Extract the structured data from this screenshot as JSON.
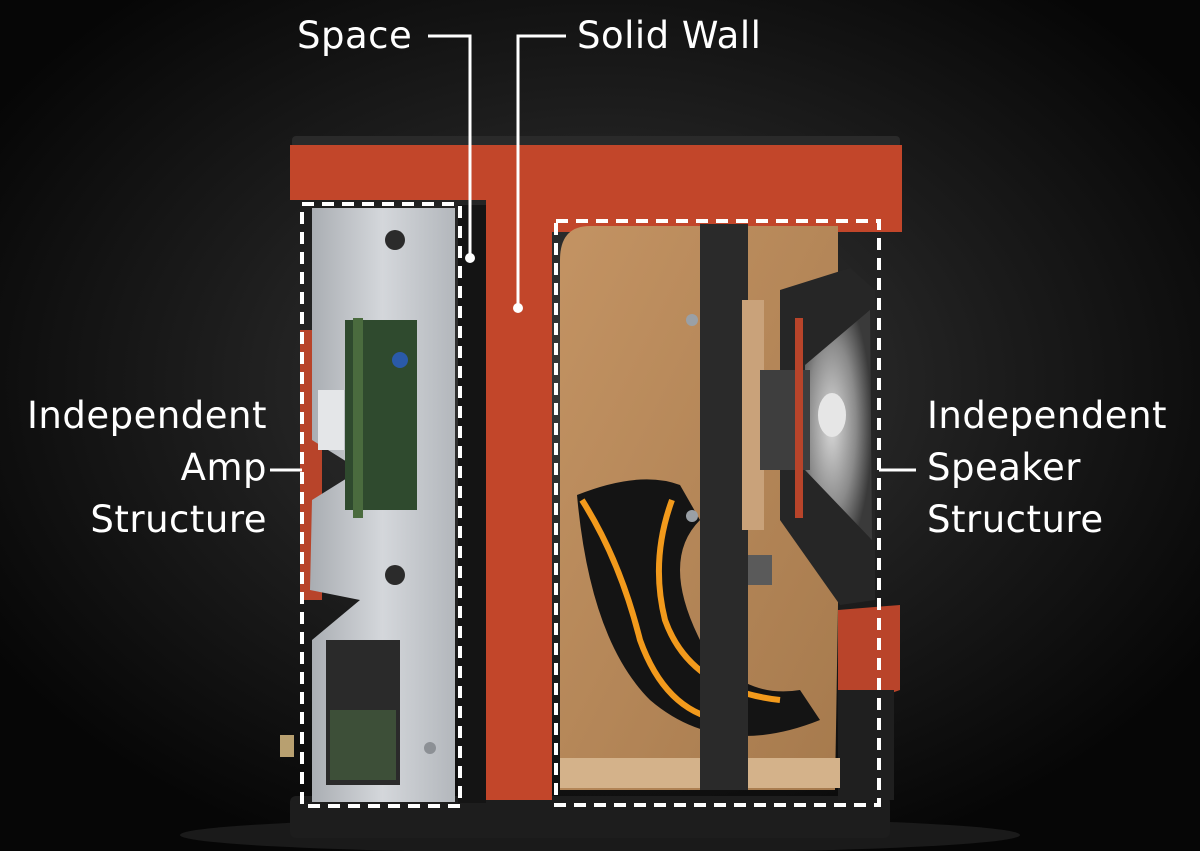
{
  "labels": {
    "space": "Space",
    "solid_wall": "Solid Wall",
    "amp_structure": [
      "Independent",
      "Amp",
      "Structure"
    ],
    "speaker_structure": [
      "Independent",
      "Speaker",
      "Structure"
    ]
  },
  "colors": {
    "background": "#0b0b0b",
    "cabinet_orange": "#c2462a",
    "mdf_wood": "#b8895a",
    "chassis_metal": "#c4c7cb",
    "dashed_outline": "#ffffff",
    "label_text": "#ffffff"
  }
}
